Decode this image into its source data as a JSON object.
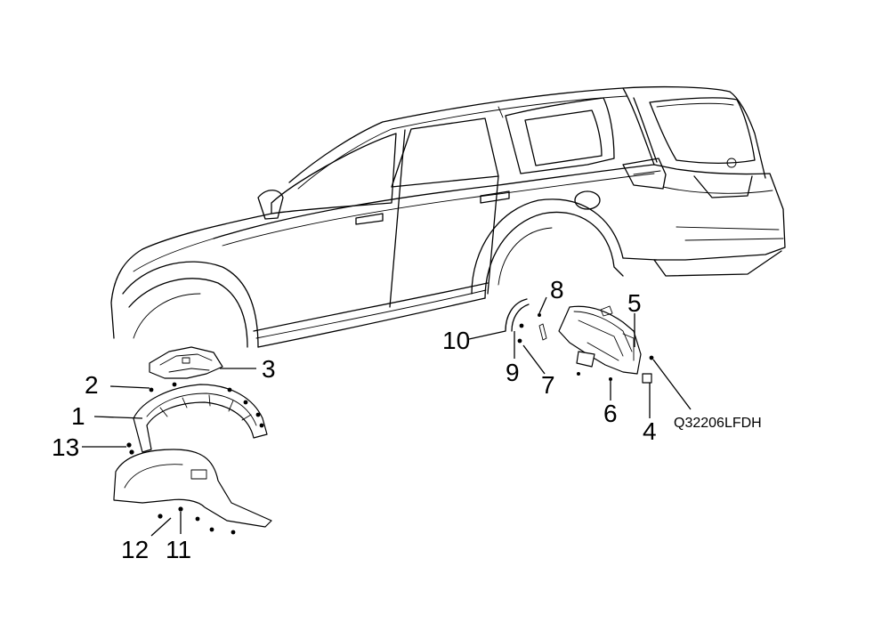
{
  "diagram_code": "Q32206LFDH",
  "callouts": {
    "c1": "1",
    "c2": "2",
    "c3": "3",
    "c4": "4",
    "c5": "5",
    "c6": "6",
    "c7": "7",
    "c8": "8",
    "c9": "9",
    "c10": "10",
    "c11": "11",
    "c12": "12",
    "c13": "13"
  }
}
